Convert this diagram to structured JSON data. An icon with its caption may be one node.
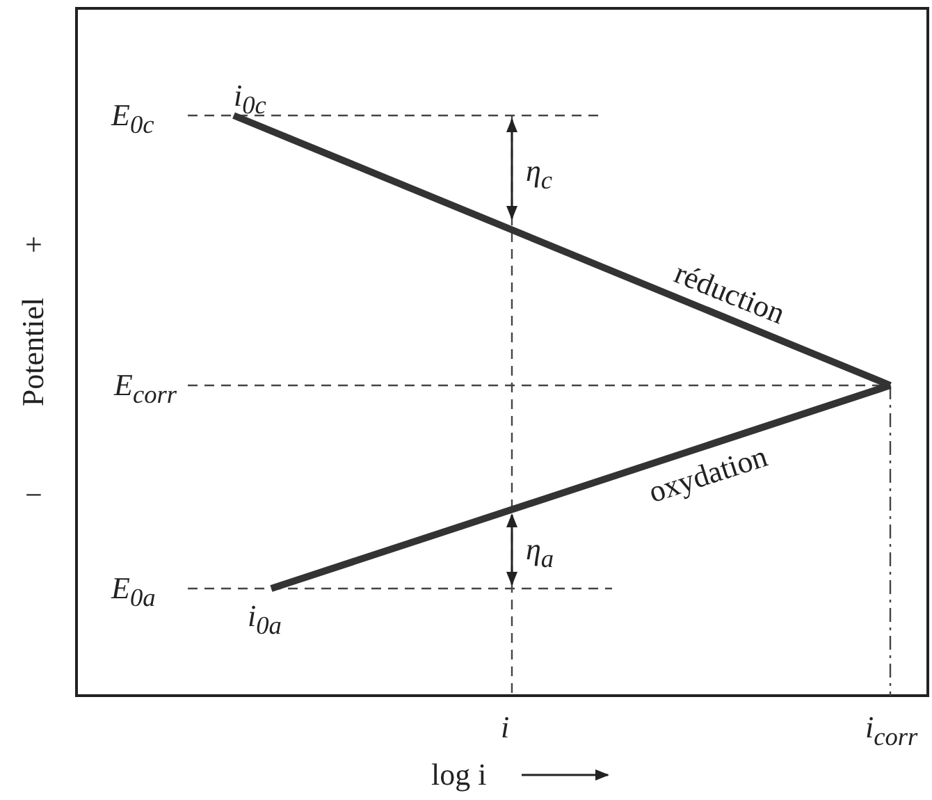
{
  "diagram": {
    "labels": [
      "E$_{0c}$",
      "i$_{0c}$",
      "η$_{c}$",
      "réduction",
      "E$_{corr}$",
      "oxydation",
      "η$_{a}$",
      "E$_{0a}$",
      "i$_{0a}$",
      "i",
      "i$_{corr}$",
      "log i",
      "Potentiel",
      "+",
      "−"
    ]
  }
}
